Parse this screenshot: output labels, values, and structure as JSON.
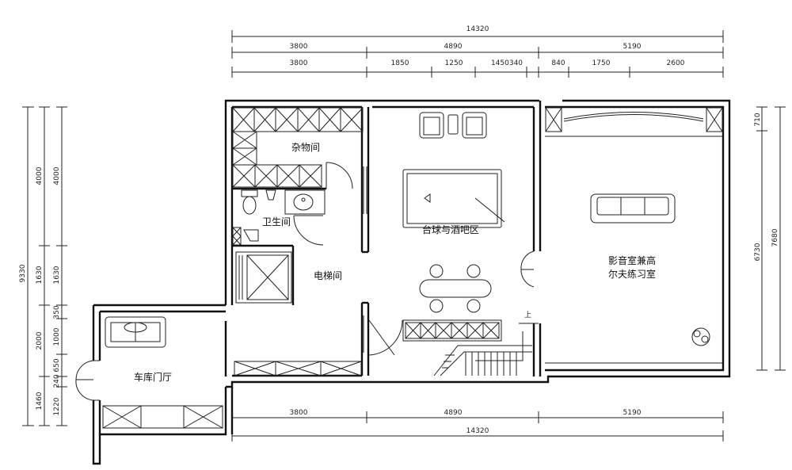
{
  "dimensions": {
    "top_total": "14320",
    "top_mid": [
      "3800",
      "4890",
      "5190"
    ],
    "top_detail": [
      "3800",
      "1850",
      "1250",
      "1450340",
      "840",
      "1750",
      "2600"
    ],
    "bottom_mid": [
      "3800",
      "4890",
      "5190"
    ],
    "bottom_total": "14320",
    "left_total": "9330",
    "left_mid": [
      "4000",
      "1630",
      "2000",
      "1460"
    ],
    "left_detail": [
      "4000",
      "1630",
      "350",
      "1000",
      "650",
      "240",
      "1220"
    ],
    "right_mid": [
      "710",
      "6730"
    ],
    "right_total": "7680"
  },
  "rooms": {
    "storage": "杂物间",
    "bathroom": "卫生间",
    "elevator_hall": "电梯间",
    "billiards_bar": "台球与酒吧区",
    "theater_line1": "影音室兼高",
    "theater_line2": "尔夫练习室",
    "garage_foyer": "车库门厅"
  },
  "labels": {
    "stair_up": "上"
  }
}
